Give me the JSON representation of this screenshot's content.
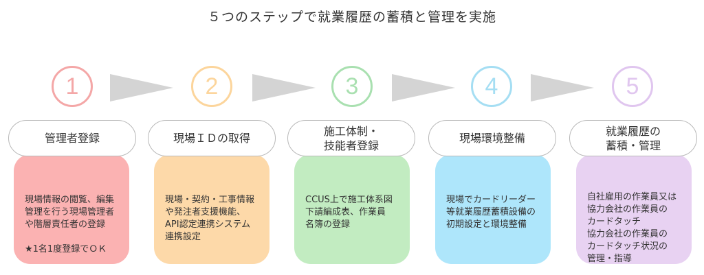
{
  "title": "５つのステップで就業履歴の蓄積と管理を実施",
  "steps": [
    {
      "number": "1",
      "heading": "管理者登録",
      "description": "現場情報の閲覧、編集\n管理を行う現場管理者\nや階層責任者の登録",
      "note": "★1名1度登録でＯＫ",
      "color": "#f4a7a7",
      "card_color": "#fbb2b2"
    },
    {
      "number": "2",
      "heading": "現場ＩＤの取得",
      "description": "現場・契約・工事情報\nや発注者支援機能、\nAPI認定連携システム\n連携設定",
      "note": "",
      "color": "#fcd59c",
      "card_color": "#fdd9a9"
    },
    {
      "number": "3",
      "heading": "施工体制・\n技能者登録",
      "description": "CCUS上で施工体系図\n下請編成表、作業員\n名簿の登録",
      "note": "",
      "color": "#a9e0b0",
      "card_color": "#c2ecc1"
    },
    {
      "number": "4",
      "heading": "現場環境整備",
      "description": "現場でカードリーダー\n等就業履歴蓄積設備の\n初期設定と環境整備",
      "note": "",
      "color": "#a5def3",
      "card_color": "#aee6fb"
    },
    {
      "number": "5",
      "heading": "就業履歴の\n蓄積・管理",
      "description": "自社雇用の作業員又は\n協力会社の作業員の\nカードタッチ\n協力会社の作業員の\nカードタッチ状況の\n管理・指導",
      "note": "",
      "color": "#e0c6ef",
      "card_color": "#e8d2f2"
    }
  ],
  "arrow_color": "#d4d4d4"
}
